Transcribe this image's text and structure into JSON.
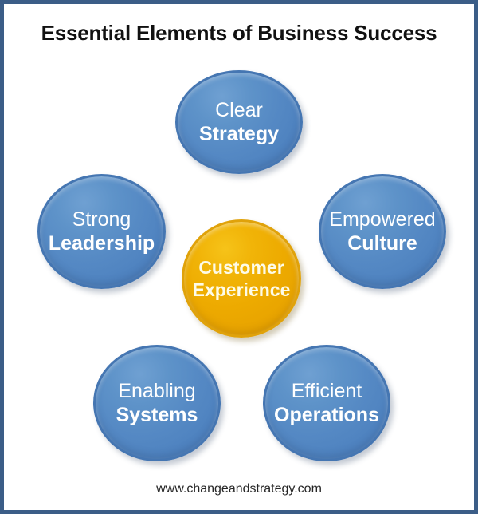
{
  "graphic": {
    "title": "Essential Elements of Business Success",
    "footer_url": "www.changeandstrategy.com",
    "colors": {
      "frame": "#3b5d87",
      "background": "#ffffff",
      "bubble_blue": "#5589c4",
      "bubble_blue_rim": "#4576b2",
      "bubble_gold": "#edaa00",
      "bubble_gold_rim": "#e0a20a",
      "title_text": "#111111",
      "bubble_text": "#ffffff",
      "footer_text": "#262626"
    }
  },
  "chart_data": {
    "type": "diagram",
    "title": "Essential Elements of Business Success",
    "layout": "hub-and-spoke, five satellite circles around one central circle",
    "center": {
      "id": "customer-experience",
      "line_top": "Customer",
      "line_bottom": "Experience",
      "color": "#edaa00",
      "emphasis": "both-bold",
      "position": "center"
    },
    "satellites": [
      {
        "id": "strategy",
        "line_top": "Clear",
        "line_bottom": "Strategy",
        "color": "#5589c4",
        "emphasis": "bottom-bold",
        "position": "top"
      },
      {
        "id": "leadership",
        "line_top": "Strong",
        "line_bottom": "Leadership",
        "color": "#5589c4",
        "emphasis": "bottom-bold",
        "position": "left"
      },
      {
        "id": "culture",
        "line_top": "Empowered",
        "line_bottom": "Culture",
        "color": "#5589c4",
        "emphasis": "bottom-bold",
        "position": "right"
      },
      {
        "id": "systems",
        "line_top": "Enabling",
        "line_bottom": "Systems",
        "color": "#5589c4",
        "emphasis": "bottom-bold",
        "position": "bottom-left"
      },
      {
        "id": "operations",
        "line_top": "Efficient",
        "line_bottom": "Operations",
        "color": "#5589c4",
        "emphasis": "bottom-bold",
        "position": "bottom-right"
      }
    ]
  }
}
